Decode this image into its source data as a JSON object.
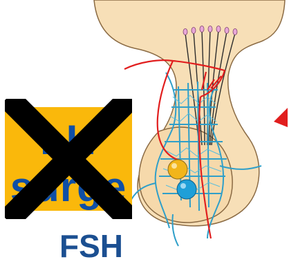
{
  "lh_label": {
    "line1": "LH",
    "line2": "surge",
    "crossed_out": true
  },
  "fsh_label": "FSH",
  "colors": {
    "box": "#fab80b",
    "label_text": "#0f4fa6",
    "cross": "#000000",
    "fsh_text": "#1b4f91",
    "tissue": "#f7dfb7",
    "capillary": "#2f9fc9",
    "artery": "#e11e1e",
    "neuron_terminal": "#e8a7d8",
    "arrow": "#e11e1e"
  },
  "icons": {
    "cross": "x-mark-icon",
    "gonadotroph_cell_1": "yellow-cell-icon",
    "gonadotroph_cell_2": "blue-cell-icon"
  }
}
